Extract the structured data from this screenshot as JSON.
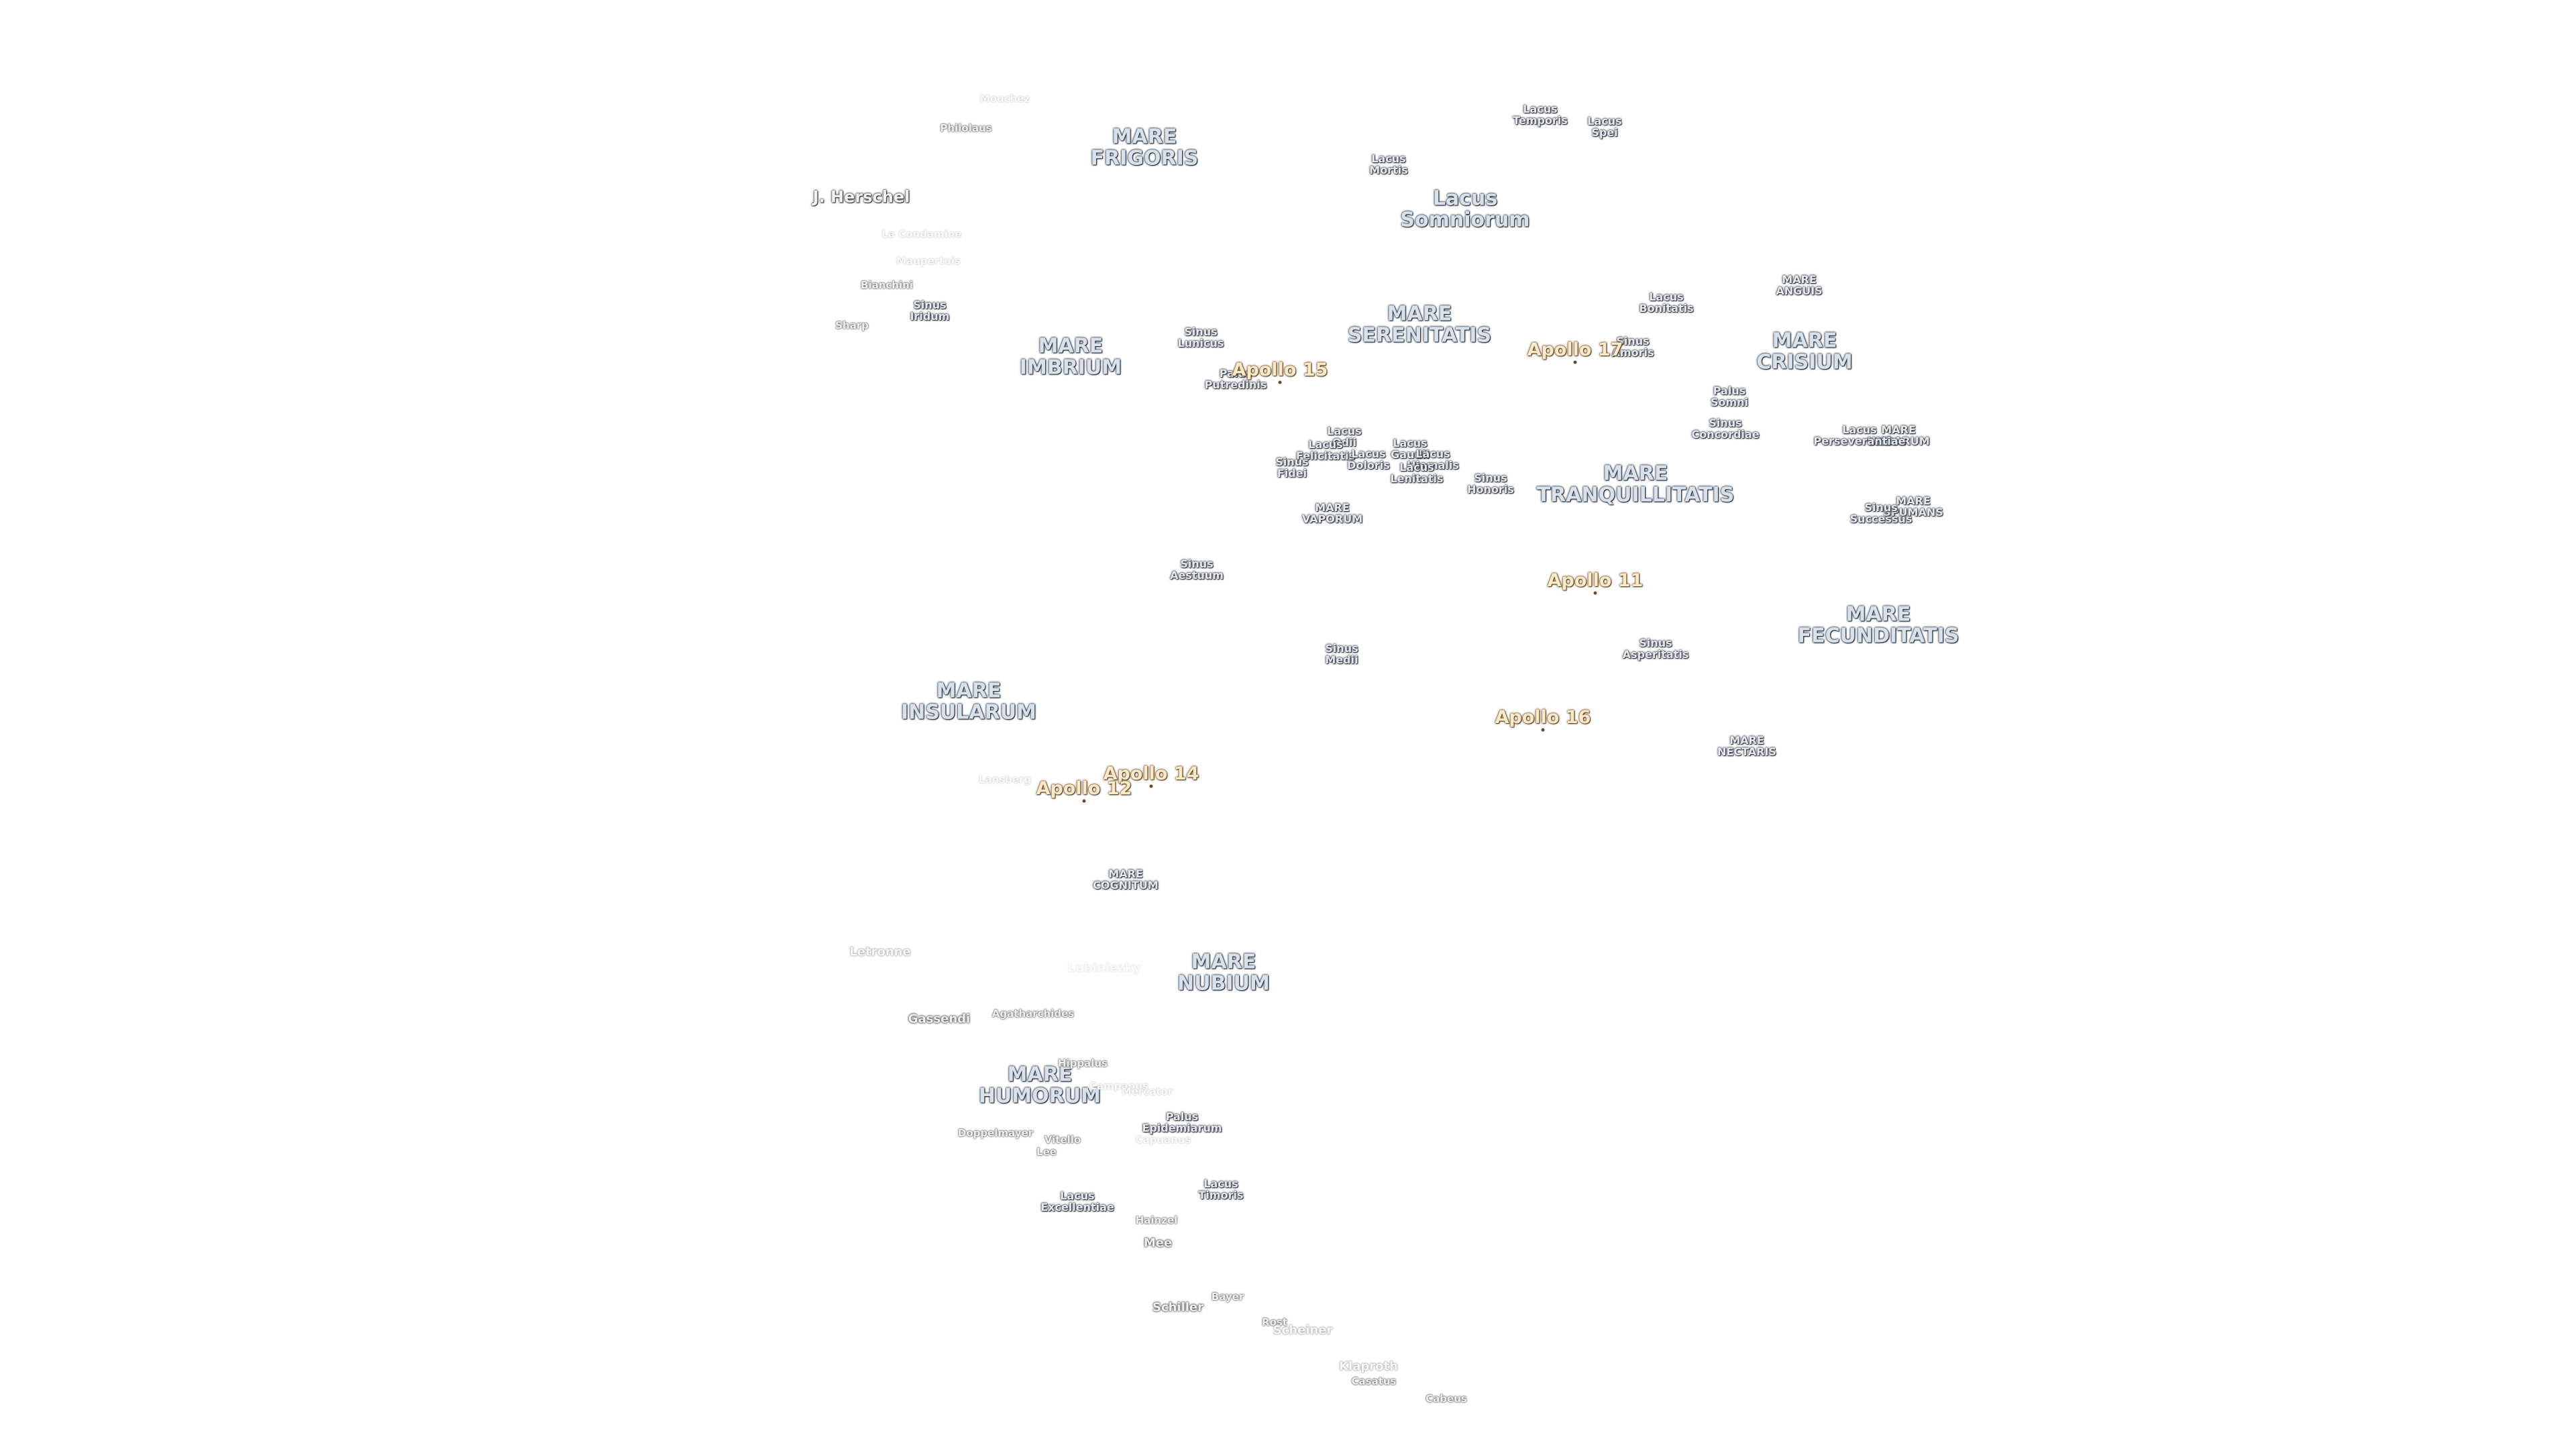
{
  "map": {
    "features": [
      {
        "id": "mare-frigoris",
        "kind": "mare",
        "lines": [
          "MARE",
          "FRIGORIS"
        ]
      },
      {
        "id": "mare-imbrium",
        "kind": "mare",
        "lines": [
          "MARE",
          "IMBRIUM"
        ]
      },
      {
        "id": "mare-serenitatis",
        "kind": "mare",
        "lines": [
          "MARE",
          "SERENITATIS"
        ]
      },
      {
        "id": "mare-tranquillitatis",
        "kind": "mare",
        "lines": [
          "MARE",
          "TRANQUILLITATIS"
        ]
      },
      {
        "id": "mare-crisium",
        "kind": "mare",
        "lines": [
          "MARE",
          "CRISIUM"
        ]
      },
      {
        "id": "mare-fecunditatis",
        "kind": "mare",
        "lines": [
          "MARE",
          "FECUNDITATIS"
        ]
      },
      {
        "id": "mare-nectaris",
        "kind": "minor",
        "lines": [
          "MARE",
          "NECTARIS"
        ]
      },
      {
        "id": "mare-insularum",
        "kind": "mare",
        "lines": [
          "MARE",
          "INSULARUM"
        ]
      },
      {
        "id": "mare-cognitum",
        "kind": "minor",
        "lines": [
          "MARE",
          "COGNITUM"
        ]
      },
      {
        "id": "mare-nubium",
        "kind": "mare",
        "lines": [
          "MARE",
          "NUBIUM"
        ]
      },
      {
        "id": "mare-humorum",
        "kind": "mare",
        "lines": [
          "MARE",
          "HUMORUM"
        ]
      },
      {
        "id": "mare-vaporum",
        "kind": "minor",
        "lines": [
          "MARE",
          "VAPORUM"
        ]
      },
      {
        "id": "mare-anguis",
        "kind": "minor",
        "lines": [
          "MARE",
          "ANGUIS"
        ]
      },
      {
        "id": "mare-undarum",
        "kind": "minor",
        "lines": [
          "MARE",
          "UNDARUM"
        ]
      },
      {
        "id": "mare-spumans",
        "kind": "minor",
        "lines": [
          "MARE",
          "SPUMANS"
        ]
      },
      {
        "id": "lacus-somniorum",
        "kind": "mare",
        "lines": [
          "Lacus",
          "Somniorum"
        ]
      },
      {
        "id": "lacus-mortis",
        "kind": "minor",
        "lines": [
          "Lacus",
          "Mortis"
        ]
      },
      {
        "id": "lacus-temporis",
        "kind": "minor",
        "lines": [
          "Lacus",
          "Temporis"
        ]
      },
      {
        "id": "lacus-spei",
        "kind": "minor",
        "lines": [
          "Lacus",
          "Spei"
        ]
      },
      {
        "id": "lacus-bonitatis",
        "kind": "minor",
        "lines": [
          "Lacus",
          "Bonitatis"
        ]
      },
      {
        "id": "lacus-perseverantiae",
        "kind": "minor",
        "lines": [
          "Lacus",
          "Perseverantiae"
        ]
      },
      {
        "id": "lacus-odii",
        "kind": "minor",
        "lines": [
          "Lacus",
          "Odii"
        ]
      },
      {
        "id": "lacus-felicitatis",
        "kind": "minor",
        "lines": [
          "Lacus",
          "Felicitatis"
        ]
      },
      {
        "id": "lacus-doloris",
        "kind": "minor",
        "lines": [
          "Lacus",
          "Doloris"
        ]
      },
      {
        "id": "lacus-gaudii",
        "kind": "minor",
        "lines": [
          "Lacus",
          "Gaudii"
        ]
      },
      {
        "id": "lacus-hiemalis",
        "kind": "minor",
        "lines": [
          "Lacus",
          "Hiemalis"
        ]
      },
      {
        "id": "lacus-lenitatis",
        "kind": "minor",
        "lines": [
          "Lacus",
          "Lenitatis"
        ]
      },
      {
        "id": "lacus-excellentiae",
        "kind": "minor",
        "lines": [
          "Lacus",
          "Excellentiae"
        ]
      },
      {
        "id": "lacus-timoris",
        "kind": "minor",
        "lines": [
          "Lacus",
          "Timoris"
        ]
      },
      {
        "id": "sinus-iridum",
        "kind": "minor",
        "lines": [
          "Sinus",
          "Iridum"
        ]
      },
      {
        "id": "sinus-lunicus",
        "kind": "minor",
        "lines": [
          "Sinus",
          "Lunicus"
        ]
      },
      {
        "id": "sinus-amoris",
        "kind": "minor",
        "lines": [
          "Sinus",
          "Amoris"
        ]
      },
      {
        "id": "sinus-fidei",
        "kind": "minor",
        "lines": [
          "Sinus",
          "Fidei"
        ]
      },
      {
        "id": "sinus-honoris",
        "kind": "minor",
        "lines": [
          "Sinus",
          "Honoris"
        ]
      },
      {
        "id": "sinus-concordiae",
        "kind": "minor",
        "lines": [
          "Sinus",
          "Concordiae"
        ]
      },
      {
        "id": "sinus-successus",
        "kind": "minor",
        "lines": [
          "Sinus",
          "Successus"
        ]
      },
      {
        "id": "sinus-aestuum",
        "kind": "minor",
        "lines": [
          "Sinus",
          "Aestuum"
        ]
      },
      {
        "id": "sinus-medii",
        "kind": "minor",
        "lines": [
          "Sinus",
          "Medii"
        ]
      },
      {
        "id": "sinus-asperitatis",
        "kind": "minor",
        "lines": [
          "Sinus",
          "Asperitatis"
        ]
      },
      {
        "id": "palus-putredinis",
        "kind": "minor",
        "lines": [
          "Palus",
          "Putredinis"
        ]
      },
      {
        "id": "palus-somni",
        "kind": "minor",
        "lines": [
          "Palus",
          "Somni"
        ]
      },
      {
        "id": "palus-epidemiarum",
        "kind": "minor",
        "lines": [
          "Palus",
          "Epidemiarum"
        ]
      },
      {
        "id": "crater-mouchez",
        "kind": "fadedS",
        "lines": [
          "Mouchez"
        ]
      },
      {
        "id": "crater-philolaus",
        "kind": "craterS",
        "lines": [
          "Philolaus"
        ]
      },
      {
        "id": "crater-j-herschel",
        "kind": "craterL",
        "lines": [
          "J. Herschel"
        ]
      },
      {
        "id": "crater-la-condamine",
        "kind": "fadedS",
        "lines": [
          "La Condamine"
        ]
      },
      {
        "id": "crater-maupertuis",
        "kind": "fadedS",
        "lines": [
          "Maupertuis"
        ]
      },
      {
        "id": "crater-bianchini",
        "kind": "craterS",
        "lines": [
          "Bianchini"
        ]
      },
      {
        "id": "crater-sharp",
        "kind": "craterS",
        "lines": [
          "Sharp"
        ]
      },
      {
        "id": "crater-lansberg",
        "kind": "fadedS",
        "lines": [
          "Lansberg"
        ]
      },
      {
        "id": "crater-letronne",
        "kind": "faded",
        "lines": [
          "Letronne"
        ]
      },
      {
        "id": "crater-lubiniezky",
        "kind": "faint",
        "lines": [
          "Lubiniezky"
        ]
      },
      {
        "id": "crater-gassendi",
        "kind": "crater",
        "lines": [
          "Gassendi"
        ]
      },
      {
        "id": "crater-agatharchides",
        "kind": "craterS",
        "lines": [
          "Agatharchides"
        ]
      },
      {
        "id": "crater-hippalus",
        "kind": "craterS",
        "lines": [
          "Hippalus"
        ]
      },
      {
        "id": "crater-campanus",
        "kind": "fadedS",
        "lines": [
          "Campanus"
        ]
      },
      {
        "id": "crater-mercator",
        "kind": "fadedS",
        "lines": [
          "Mercator"
        ]
      },
      {
        "id": "crater-doppelmayer",
        "kind": "craterS",
        "lines": [
          "Doppelmayer"
        ]
      },
      {
        "id": "crater-vitello",
        "kind": "craterS",
        "lines": [
          "Vitello"
        ]
      },
      {
        "id": "crater-lee",
        "kind": "craterS",
        "lines": [
          "Lee"
        ]
      },
      {
        "id": "crater-capuanus",
        "kind": "fadedS",
        "lines": [
          "Capuanus"
        ]
      },
      {
        "id": "crater-hainzel",
        "kind": "craterS",
        "lines": [
          "Hainzel"
        ]
      },
      {
        "id": "crater-mee",
        "kind": "crater",
        "lines": [
          "Mee"
        ]
      },
      {
        "id": "crater-schiller",
        "kind": "crater",
        "lines": [
          "Schiller"
        ]
      },
      {
        "id": "crater-bayer",
        "kind": "craterS",
        "lines": [
          "Bayer"
        ]
      },
      {
        "id": "crater-rost",
        "kind": "craterS",
        "lines": [
          "Rost"
        ]
      },
      {
        "id": "crater-scheiner",
        "kind": "faded",
        "lines": [
          "Scheiner"
        ]
      },
      {
        "id": "crater-klaproth",
        "kind": "faded",
        "lines": [
          "Klaproth"
        ]
      },
      {
        "id": "crater-casatus",
        "kind": "craterS",
        "lines": [
          "Casatus"
        ]
      },
      {
        "id": "crater-cabeus",
        "kind": "craterS",
        "lines": [
          "Cabeus"
        ]
      },
      {
        "id": "apollo-15",
        "kind": "apollo",
        "lines": [
          "Apollo 15"
        ]
      },
      {
        "id": "apollo-17",
        "kind": "apollo",
        "lines": [
          "Apollo 17"
        ]
      },
      {
        "id": "apollo-11",
        "kind": "apollo",
        "lines": [
          "Apollo 11"
        ]
      },
      {
        "id": "apollo-16",
        "kind": "apollo",
        "lines": [
          "Apollo 16"
        ]
      },
      {
        "id": "apollo-14",
        "kind": "apollo",
        "lines": [
          "Apollo 14"
        ]
      },
      {
        "id": "apollo-12",
        "kind": "apollo",
        "lines": [
          "Apollo 12"
        ]
      }
    ]
  },
  "colors": {
    "background": "#ffffff",
    "mare_text": "#d9e1ea",
    "mare_outline": "#1e2a3a",
    "apollo_text": "#fbe9c8",
    "apollo_outline": "#5a3d1a"
  }
}
